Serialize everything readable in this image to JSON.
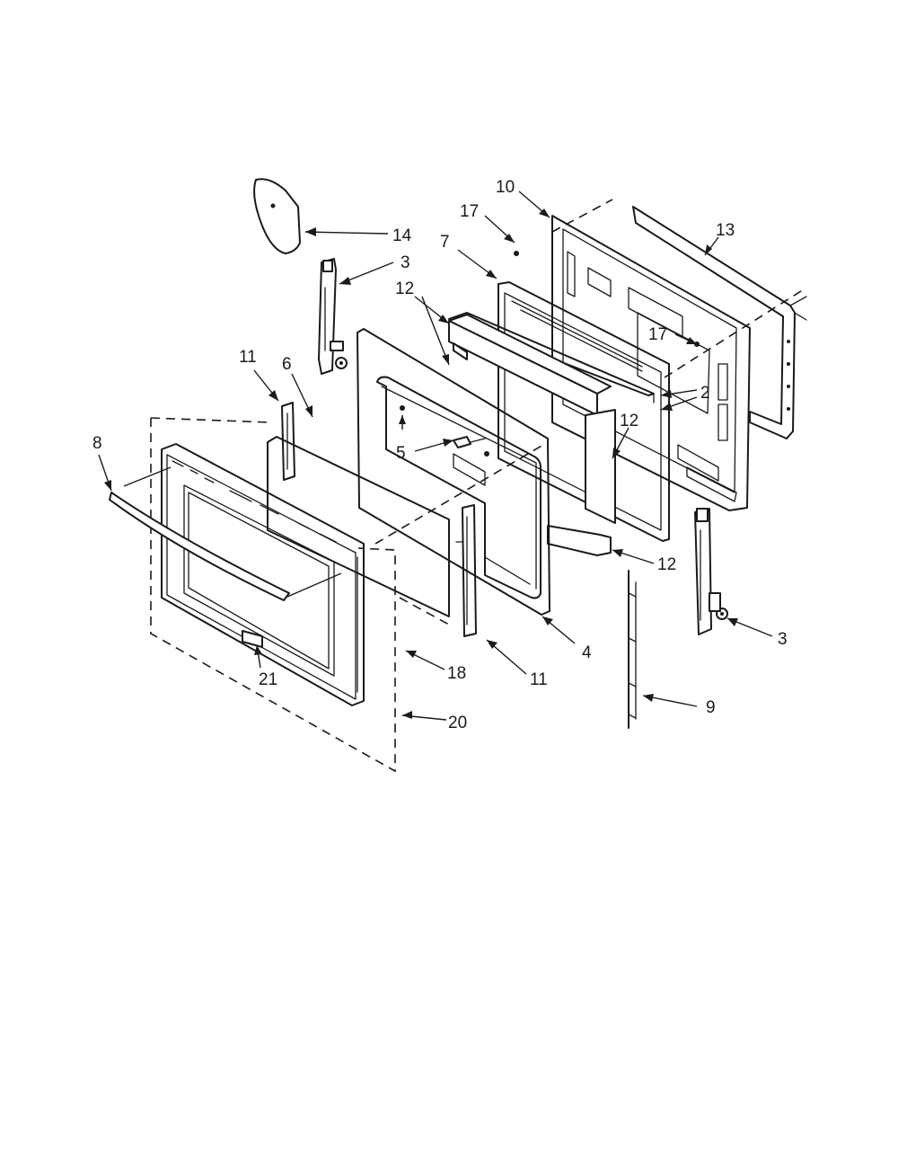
{
  "diagram": {
    "callouts": [
      {
        "id": "c10",
        "text": "10"
      },
      {
        "id": "c17a",
        "text": "17"
      },
      {
        "id": "c13",
        "text": "13"
      },
      {
        "id": "c7",
        "text": "7"
      },
      {
        "id": "c14",
        "text": "14"
      },
      {
        "id": "c3a",
        "text": "3"
      },
      {
        "id": "c12a",
        "text": "12"
      },
      {
        "id": "c17b",
        "text": "17"
      },
      {
        "id": "c2",
        "text": "2"
      },
      {
        "id": "c11a",
        "text": "11"
      },
      {
        "id": "c6",
        "text": "6"
      },
      {
        "id": "c12b",
        "text": "12"
      },
      {
        "id": "c8",
        "text": "8"
      },
      {
        "id": "c5",
        "text": "5"
      },
      {
        "id": "c12c",
        "text": "12"
      },
      {
        "id": "c3b",
        "text": "3"
      },
      {
        "id": "c4",
        "text": "4"
      },
      {
        "id": "c18",
        "text": "18"
      },
      {
        "id": "c11b",
        "text": "11"
      },
      {
        "id": "c21",
        "text": "21"
      },
      {
        "id": "c9",
        "text": "9"
      },
      {
        "id": "c20",
        "text": "20"
      }
    ]
  }
}
